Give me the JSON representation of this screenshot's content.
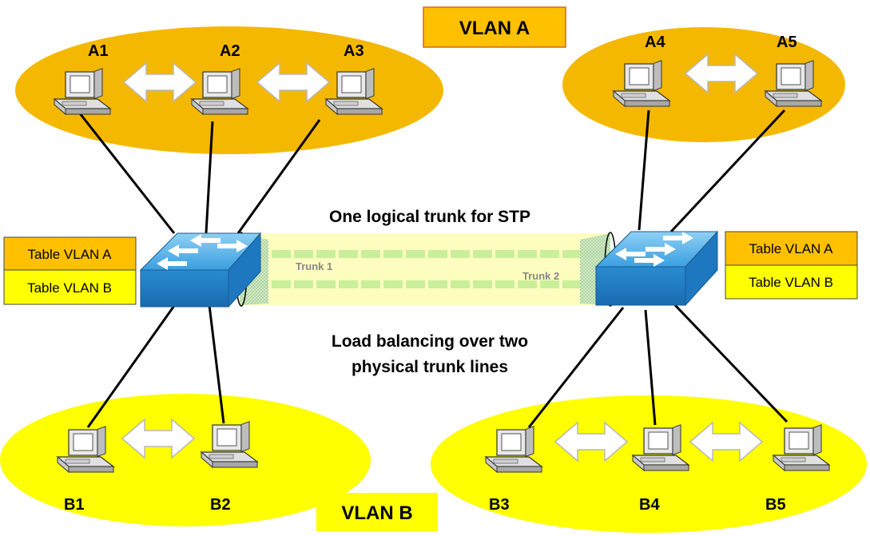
{
  "vlans": {
    "a": {
      "label": "VLAN A",
      "color": "#f5b800",
      "box_color": "#ffc000",
      "box_border": "#e06020"
    },
    "b": {
      "label": "VLAN B",
      "color": "#ffff00",
      "box_color": "#ffff00",
      "box_border": "#ffff00"
    }
  },
  "computers": [
    {
      "id": "A1",
      "label": "A1"
    },
    {
      "id": "A2",
      "label": "A2"
    },
    {
      "id": "A3",
      "label": "A3"
    },
    {
      "id": "A4",
      "label": "A4"
    },
    {
      "id": "A5",
      "label": "A5"
    },
    {
      "id": "B1",
      "label": "B1"
    },
    {
      "id": "B2",
      "label": "B2"
    },
    {
      "id": "B3",
      "label": "B3"
    },
    {
      "id": "B4",
      "label": "B4"
    },
    {
      "id": "B5",
      "label": "B5"
    }
  ],
  "switch_tables": {
    "left": {
      "row_a": "Table VLAN A",
      "row_b": "Table VLAN B"
    },
    "right": {
      "row_a": "Table VLAN A",
      "row_b": "Table VLAN B"
    }
  },
  "trunks": {
    "trunk1": "Trunk 1",
    "trunk2": "Trunk 2"
  },
  "captions": {
    "top": "One logical trunk for STP",
    "bottom_line1": "Load balancing over two",
    "bottom_line2": "physical trunk lines"
  },
  "colors": {
    "switch": "#3399dd",
    "trunk_fill": "#fdfdc0",
    "trunk_line": "#c9ef9a",
    "link": "#000000"
  }
}
